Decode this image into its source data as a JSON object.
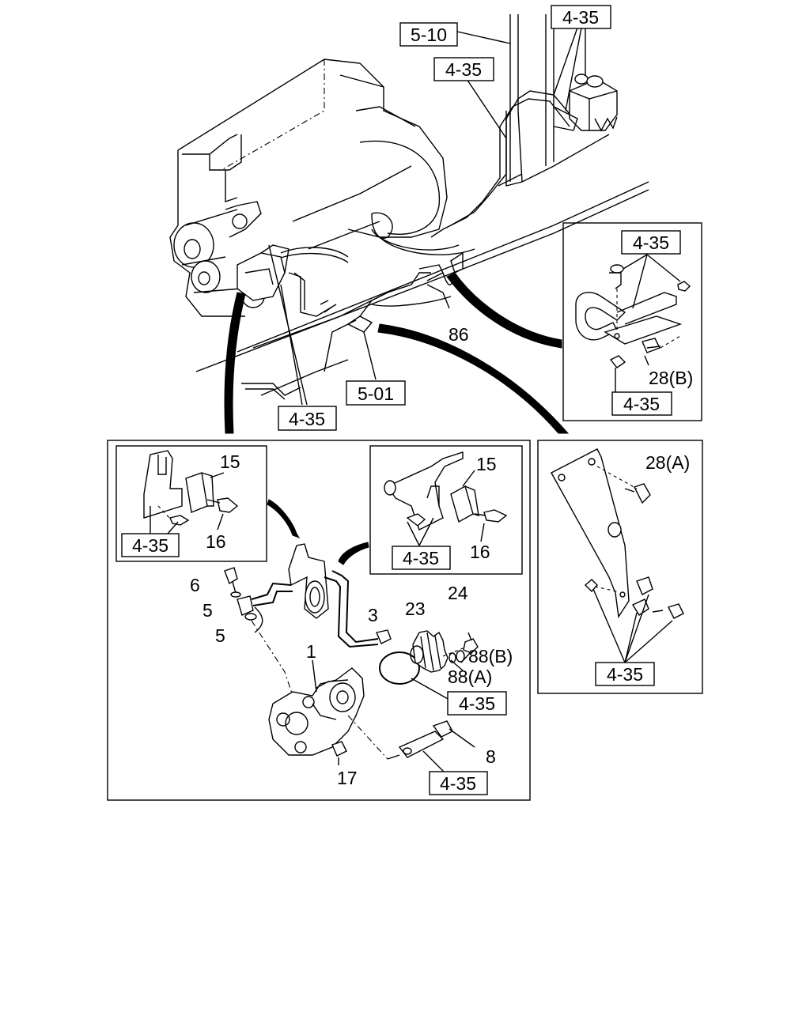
{
  "diagram": {
    "ref_labels": {
      "r510": "5-10",
      "r435_top_right": "4-35",
      "r435_top": "4-35",
      "r501": "5-01",
      "r435_center": "4-35",
      "r435_clip_top": "4-35",
      "r435_clip_bottom": "4-35",
      "r435_bracket": "4-35",
      "r435_inset_left": "4-35",
      "r435_inset_right": "4-35",
      "r435_pump_oring": "4-35",
      "r435_pump_bottom": "4-35"
    },
    "callouts": {
      "c86": "86",
      "c28b": "28(B)",
      "c28a": "28(A)",
      "c15_left": "15",
      "c16_left": "16",
      "c15_right": "15",
      "c16_right": "16",
      "c6": "6",
      "c5_top": "5",
      "c5_bottom": "5",
      "c3": "3",
      "c23": "23",
      "c24": "24",
      "c88b": "88(B)",
      "c88a": "88(A)",
      "c1": "1",
      "c8": "8",
      "c17": "17"
    }
  }
}
